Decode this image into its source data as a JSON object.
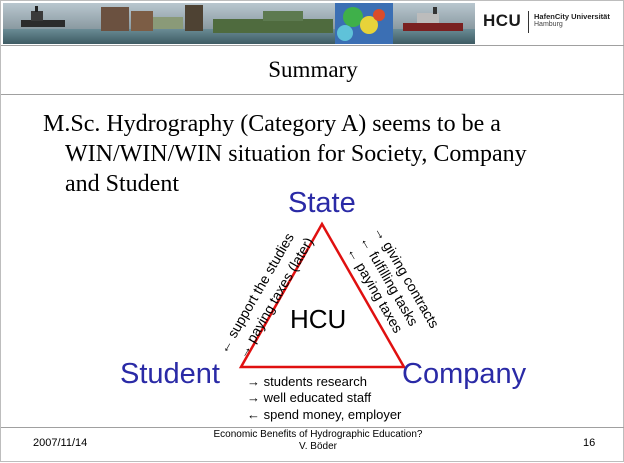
{
  "header": {
    "logo_mark": "HCU",
    "logo_name": "HafenCity Universität",
    "logo_city": "Hamburg"
  },
  "slide": {
    "title": "Summary",
    "statement_line1": "M.Sc. Hydrography (Category A) seems to be a",
    "statement_line2": "WIN/WIN/WIN situation for Society, Company",
    "statement_line3": "and Student"
  },
  "diagram": {
    "top_node": "State",
    "left_node": "Student",
    "right_node": "Company",
    "center": "HCU",
    "left_edge": [
      "← support the studies",
      "→ paying taxes (later)"
    ],
    "right_edge": [
      "→ giving contracts",
      "← fulfilling tasks",
      "← paying taxes"
    ],
    "bottom_edge": [
      "→ students research",
      "→ well educated staff",
      "← spend money, employer"
    ],
    "edge_color": "#e01010",
    "node_color": "#2a2aa6"
  },
  "footer": {
    "date": "2007/11/14",
    "caption_line1": "Economic Benefits of Hydrographic Education?",
    "caption_line2": "V. Böder",
    "page": "16"
  }
}
